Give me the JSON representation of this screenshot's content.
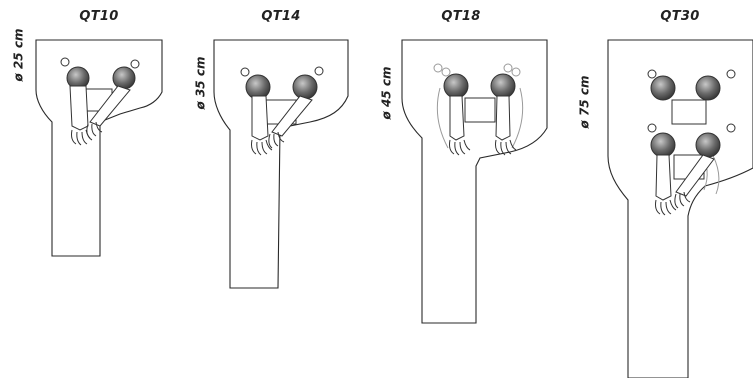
{
  "units": [
    {
      "title": "QT10",
      "diameter": "ø 25 cm"
    },
    {
      "title": "QT14",
      "diameter": "ø 35 cm"
    },
    {
      "title": "QT18",
      "diameter": "ø 45 cm"
    },
    {
      "title": "QT30",
      "diameter": "ø 75 cm"
    }
  ],
  "colors": {
    "outline": "#2a2a2a",
    "sphere_dark": "#4a4a4a",
    "sphere_light": "#c8c8c8"
  },
  "icons": [
    "robot-arm-icon",
    "gripper-hand-icon",
    "pan-tilt-sphere-icon"
  ]
}
